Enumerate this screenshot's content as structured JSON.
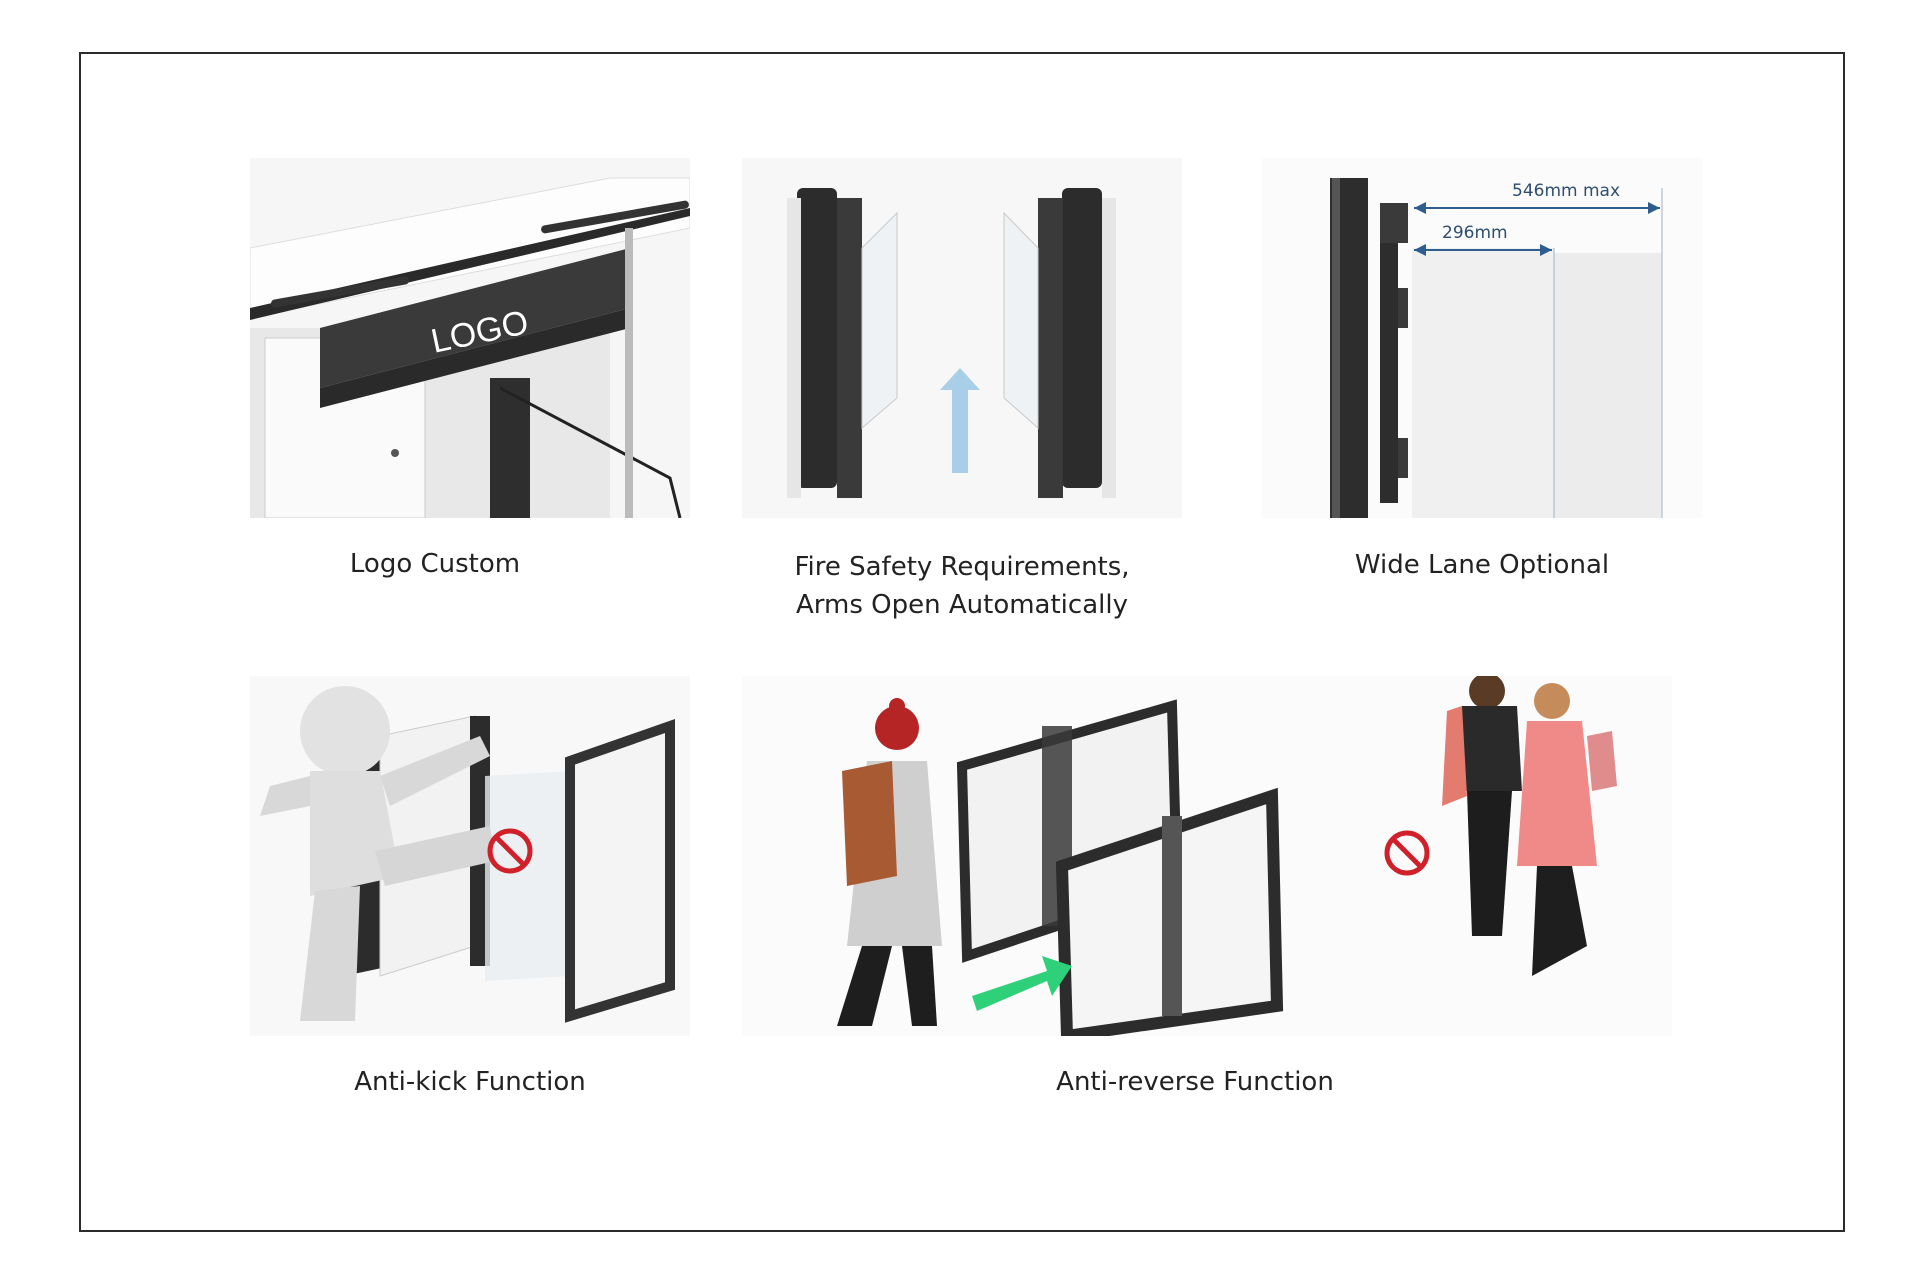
{
  "panels": [
    {
      "id": "logo",
      "caption": [
        "Logo Custom"
      ],
      "logo_text": "LOGO"
    },
    {
      "id": "fire",
      "caption": [
        "Fire Safety Requirements,",
        "Arms Open Automatically"
      ]
    },
    {
      "id": "wide",
      "caption": [
        "Wide Lane Optional"
      ],
      "dim_max": "546mm max",
      "dim_min": "296mm"
    },
    {
      "id": "kick",
      "caption": [
        "Anti-kick Function"
      ]
    },
    {
      "id": "reverse",
      "caption": [
        "Anti-reverse Function"
      ]
    }
  ],
  "colors": {
    "gate_dark": "#2f2f2f",
    "gate_light": "#f2f2f2",
    "prohibit_red": "#d0202a",
    "arrow_blue": "#a9cfe8",
    "arrow_green": "#2fd07a",
    "dimension_blue": "#2e5e8e"
  }
}
